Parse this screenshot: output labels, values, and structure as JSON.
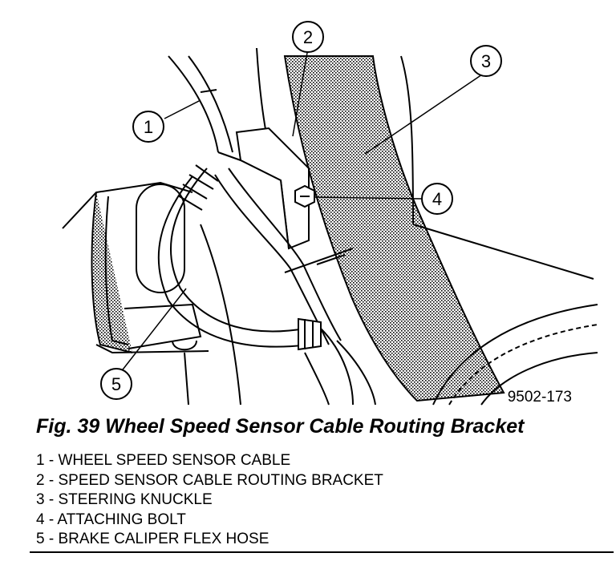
{
  "figure_code": "9502-173",
  "caption": "Fig. 39 Wheel Speed Sensor Cable Routing Bracket",
  "callouts": [
    "1",
    "2",
    "3",
    "4",
    "5"
  ],
  "legend": [
    {
      "num": "1",
      "sep": " - ",
      "text": "WHEEL SPEED SENSOR CABLE"
    },
    {
      "num": "2",
      "sep": " - ",
      "text": "SPEED SENSOR CABLE ROUTING BRACKET"
    },
    {
      "num": "3",
      "sep": " - ",
      "text": "STEERING KNUCKLE"
    },
    {
      "num": "4",
      "sep": " - ",
      "text": "ATTACHING BOLT"
    },
    {
      "num": "5",
      "sep": " - ",
      "text": "BRAKE CALIPER FLEX HOSE"
    }
  ]
}
